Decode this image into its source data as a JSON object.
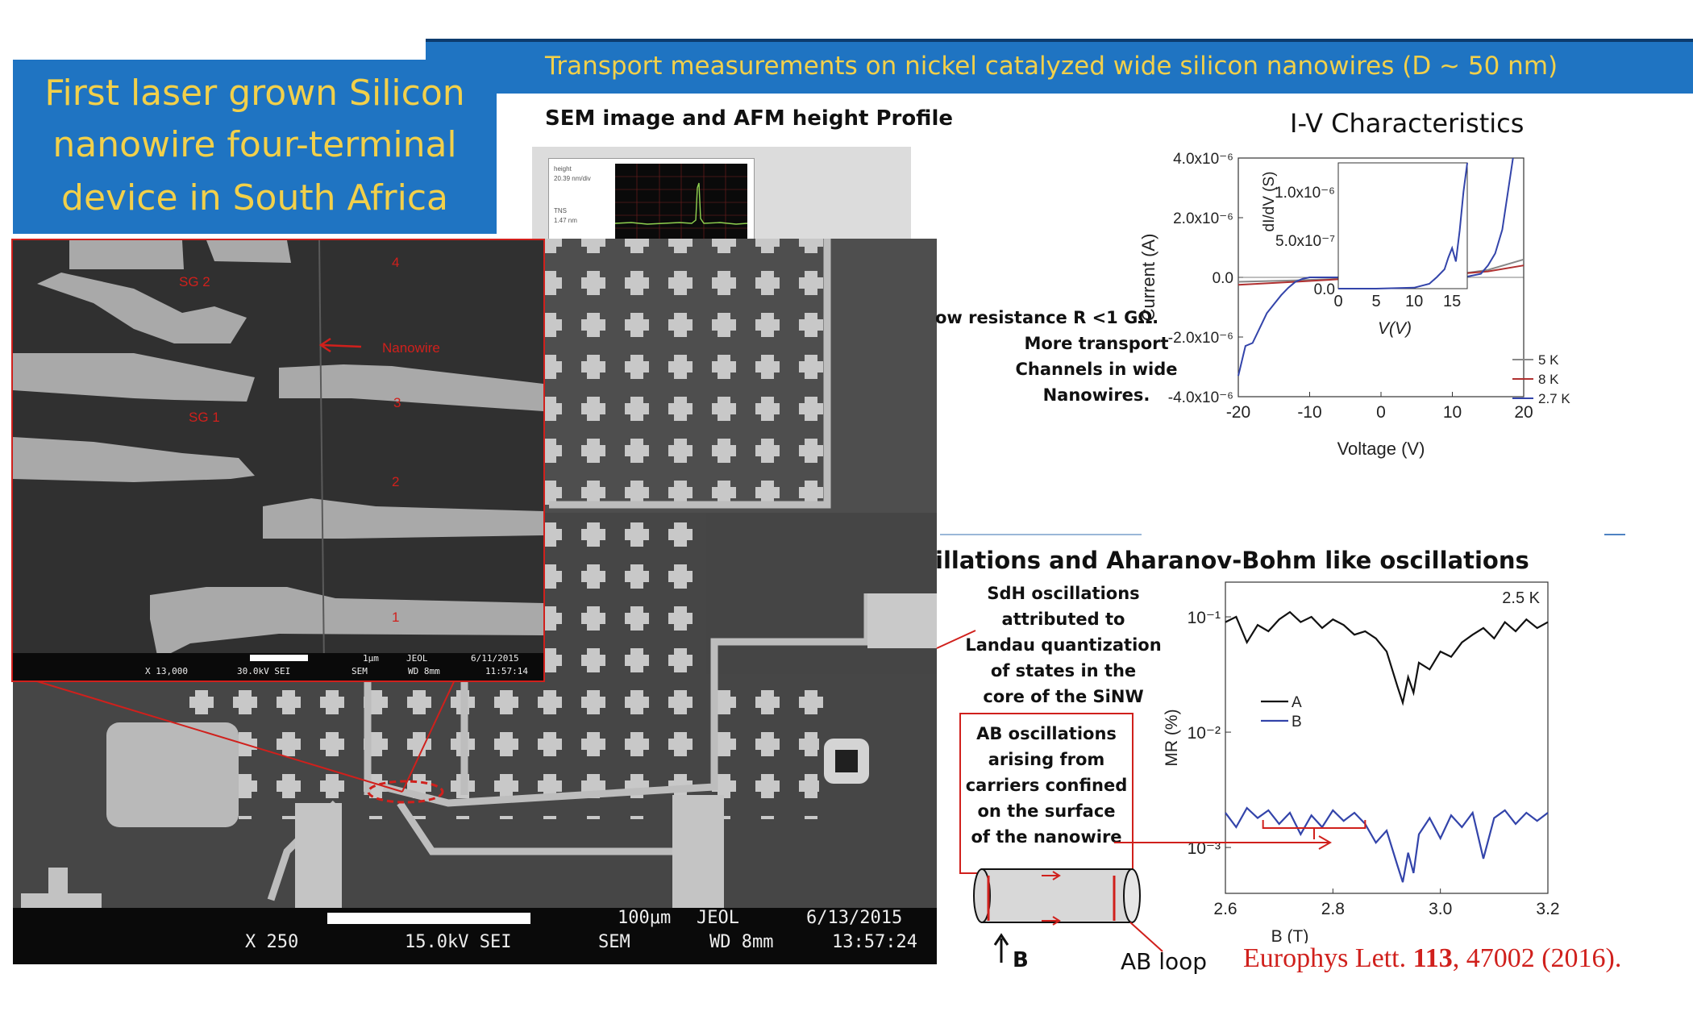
{
  "banner": "Transport measurements on nickel catalyzed wide silicon nanowires (D ~ 50 nm)",
  "title_lines": [
    "First laser grown Silicon",
    "nanowire four-terminal",
    "device in South Africa"
  ],
  "sem_heading": "SEM image and AFM height Profile",
  "afm_inset": {
    "label_top": "height",
    "value_top": "20.39 nm/div",
    "label_bottom": "TNS",
    "value_bottom": "1.47 nm"
  },
  "sem_zoom": {
    "labels": {
      "sg2": "SG 2",
      "sg1": "SG 1",
      "nanowire": "Nanowire",
      "t4": "4",
      "t3": "3",
      "t2": "2",
      "t1": "1"
    },
    "footer": {
      "mag": "X 13,000",
      "kv": "30.0kV SEI",
      "scale": "1μm",
      "brand": "JEOL",
      "mode": "SEM",
      "wd": "WD 8mm",
      "date": "6/11/2015",
      "time": "11:57:14"
    }
  },
  "sem_main": {
    "footer": {
      "mag": "X 250",
      "kv": "15.0kV SEI",
      "scale": "100μm",
      "brand": "JEOL",
      "mode": "SEM",
      "wd": "WD 8mm",
      "date": "6/13/2015",
      "time": "13:57:24"
    }
  },
  "resistance_note": [
    "ow resistance R <1 GΩ.",
    "More transport",
    "Channels in wide",
    "Nanowires."
  ],
  "oscillation_heading": "illations and Aharanov-Bohm like oscillations",
  "sdh_note": [
    "SdH oscillations",
    "attributed to",
    "Landau quantization",
    "of states in the",
    "core of the SiNW"
  ],
  "ab_note": [
    "AB oscillations",
    "arising from",
    "carriers confined",
    "on the surface",
    "of the nanowire"
  ],
  "ab_diagram": {
    "field": "B",
    "loop": "AB loop"
  },
  "reference": {
    "journal": "Europhys Lett.",
    "volume": "113",
    "rest": ", 47002 (2016)."
  },
  "colors": {
    "banner_bg": "#1f74c2",
    "banner_text": "#f2d04a",
    "annotation_red": "#d0201c"
  },
  "chart_data": [
    {
      "type": "line",
      "title": "I-V Characteristics",
      "xlabel": "Voltage (V)",
      "ylabel": "Current (A)",
      "xlim": [
        -20,
        20
      ],
      "ylim": [
        -4e-06,
        4e-06
      ],
      "xticks": [
        "-20",
        "-10",
        "0",
        "10",
        "20"
      ],
      "yticks": [
        "4.0x10⁻⁶",
        "2.0x10⁻⁶",
        "0.0",
        "-2.0x10⁻⁶",
        "-4.0x10⁻⁶"
      ],
      "legend": [
        "5 K",
        "8 K",
        "2.7 K"
      ],
      "series": [
        {
          "name": "5 K",
          "color": "#888888",
          "x": [
            -20,
            -12,
            -5,
            0,
            5,
            10,
            15,
            20
          ],
          "y": [
            -1.5e-07,
            -1e-07,
            -4e-08,
            0,
            2e-08,
            8e-08,
            2.5e-07,
            6e-07
          ]
        },
        {
          "name": "8 K",
          "color": "#b03030",
          "x": [
            -20,
            -12,
            -5,
            0,
            5,
            10,
            15,
            20
          ],
          "y": [
            -2.5e-07,
            -1.5e-07,
            -5e-08,
            0,
            3e-08,
            1e-07,
            2e-07,
            4e-07
          ]
        },
        {
          "name": "2.7 K",
          "color": "#3344aa",
          "x": [
            -20,
            -19.5,
            -19,
            -18,
            -17,
            -16,
            -15,
            -14,
            -13,
            -12,
            -11,
            -10,
            -5,
            0,
            5,
            10,
            12,
            14,
            15,
            16,
            17,
            17.5,
            18,
            18.5
          ],
          "y": [
            -3.3e-06,
            -2.8e-06,
            -2.3e-06,
            -2.2e-06,
            -1.7e-06,
            -1.2e-06,
            -9e-07,
            -6e-07,
            -3.5e-07,
            -1.5e-07,
            -5e-08,
            0,
            0,
            0,
            0,
            0,
            2e-08,
            1.2e-07,
            4e-07,
            8e-07,
            1.6e-06,
            2.4e-06,
            3.2e-06,
            4e-06
          ]
        }
      ],
      "inset": {
        "xlabel": "V(V)",
        "ylabel": "dI/dV (S)",
        "xlim": [
          0,
          17
        ],
        "ylim": [
          0,
          1.3e-06
        ],
        "xticks": [
          "0",
          "5",
          "10",
          "15"
        ],
        "yticks": [
          "1.0x10⁻⁶",
          "5.0x10⁻⁷",
          "0.0"
        ],
        "x": [
          0,
          5,
          10,
          12,
          13,
          14,
          14.5,
          15,
          15.5,
          16,
          16.5,
          17
        ],
        "y": [
          0,
          0,
          1e-08,
          5e-08,
          1.2e-07,
          2e-07,
          3.2e-07,
          4.2e-07,
          2.8e-07,
          6e-07,
          1e-06,
          1.3e-06
        ]
      }
    },
    {
      "type": "line",
      "xlabel": "B (T)",
      "ylabel": "MR (%)",
      "xlim": [
        2.6,
        3.2
      ],
      "yscale": "log",
      "ylim": [
        0.0004,
        0.2
      ],
      "xticks": [
        "2.6",
        "2.8",
        "3.0",
        "3.2"
      ],
      "yticks": [
        "10⁻¹",
        "10⁻²",
        "10⁻³"
      ],
      "annotation": "2.5 K",
      "legend": [
        "A",
        "B"
      ],
      "series": [
        {
          "name": "A",
          "color": "#111111",
          "x": [
            2.6,
            2.62,
            2.64,
            2.66,
            2.68,
            2.7,
            2.72,
            2.74,
            2.76,
            2.78,
            2.8,
            2.82,
            2.84,
            2.86,
            2.88,
            2.9,
            2.92,
            2.93,
            2.94,
            2.95,
            2.96,
            2.98,
            3.0,
            3.02,
            3.04,
            3.06,
            3.08,
            3.1,
            3.12,
            3.14,
            3.16,
            3.18,
            3.2
          ],
          "y": [
            0.09,
            0.1,
            0.06,
            0.085,
            0.075,
            0.095,
            0.11,
            0.09,
            0.1,
            0.08,
            0.095,
            0.085,
            0.07,
            0.075,
            0.065,
            0.05,
            0.025,
            0.018,
            0.03,
            0.022,
            0.04,
            0.035,
            0.05,
            0.045,
            0.06,
            0.07,
            0.08,
            0.065,
            0.09,
            0.075,
            0.095,
            0.08,
            0.09
          ]
        },
        {
          "name": "B",
          "color": "#3344aa",
          "x": [
            2.6,
            2.62,
            2.64,
            2.66,
            2.68,
            2.7,
            2.72,
            2.74,
            2.76,
            2.78,
            2.8,
            2.82,
            2.84,
            2.86,
            2.88,
            2.9,
            2.92,
            2.93,
            2.94,
            2.95,
            2.96,
            2.98,
            3.0,
            3.02,
            3.04,
            3.06,
            3.08,
            3.1,
            3.12,
            3.14,
            3.16,
            3.18,
            3.2
          ],
          "y": [
            0.002,
            0.0015,
            0.0022,
            0.0018,
            0.0021,
            0.0016,
            0.002,
            0.0013,
            0.0019,
            0.0015,
            0.0021,
            0.0017,
            0.002,
            0.0016,
            0.0011,
            0.0014,
            0.0007,
            0.0005,
            0.0009,
            0.0006,
            0.0013,
            0.0018,
            0.0012,
            0.0019,
            0.0015,
            0.002,
            0.0008,
            0.0018,
            0.0021,
            0.0016,
            0.002,
            0.0017,
            0.002
          ]
        }
      ]
    }
  ]
}
